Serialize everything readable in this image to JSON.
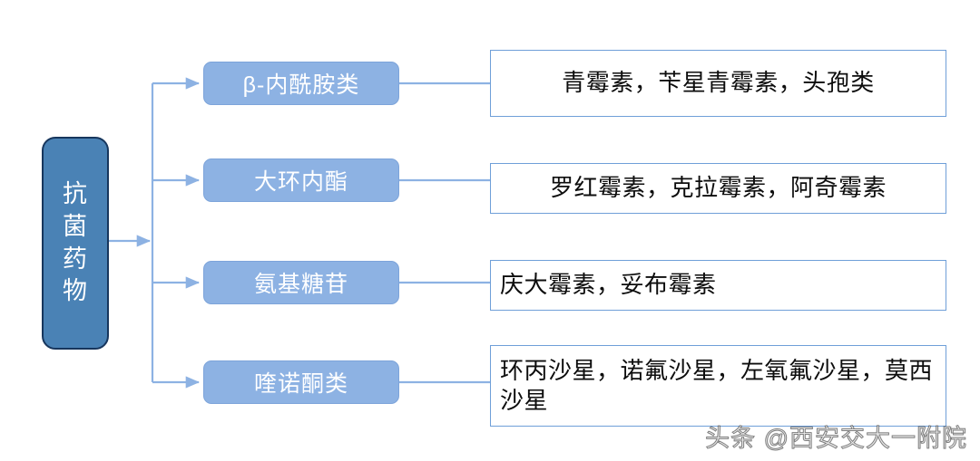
{
  "diagram": {
    "root": {
      "label": "抗菌药物"
    },
    "branches": [
      {
        "category": "β-内酰胺类",
        "drugs": "青霉素，苄星青霉素，头孢类"
      },
      {
        "category": "大环内酯",
        "drugs": "罗红霉素，克拉霉素，阿奇霉素"
      },
      {
        "category": "氨基糖苷",
        "drugs": "庆大霉素，妥布霉素"
      },
      {
        "category": "喹诺酮类",
        "drugs": "环丙沙星，诺氟沙星，左氧氟沙星，莫西沙星"
      }
    ]
  },
  "watermark": {
    "text": "头条 @西安交大一附院"
  },
  "colors": {
    "root_fill": "#4a82b5",
    "root_border": "#17365d",
    "category_fill": "#8db2e3",
    "drug_border": "#6f9fd8",
    "connector": "#8db2e3",
    "text_light": "#ffffff",
    "text_dark": "#0d0d0d"
  }
}
